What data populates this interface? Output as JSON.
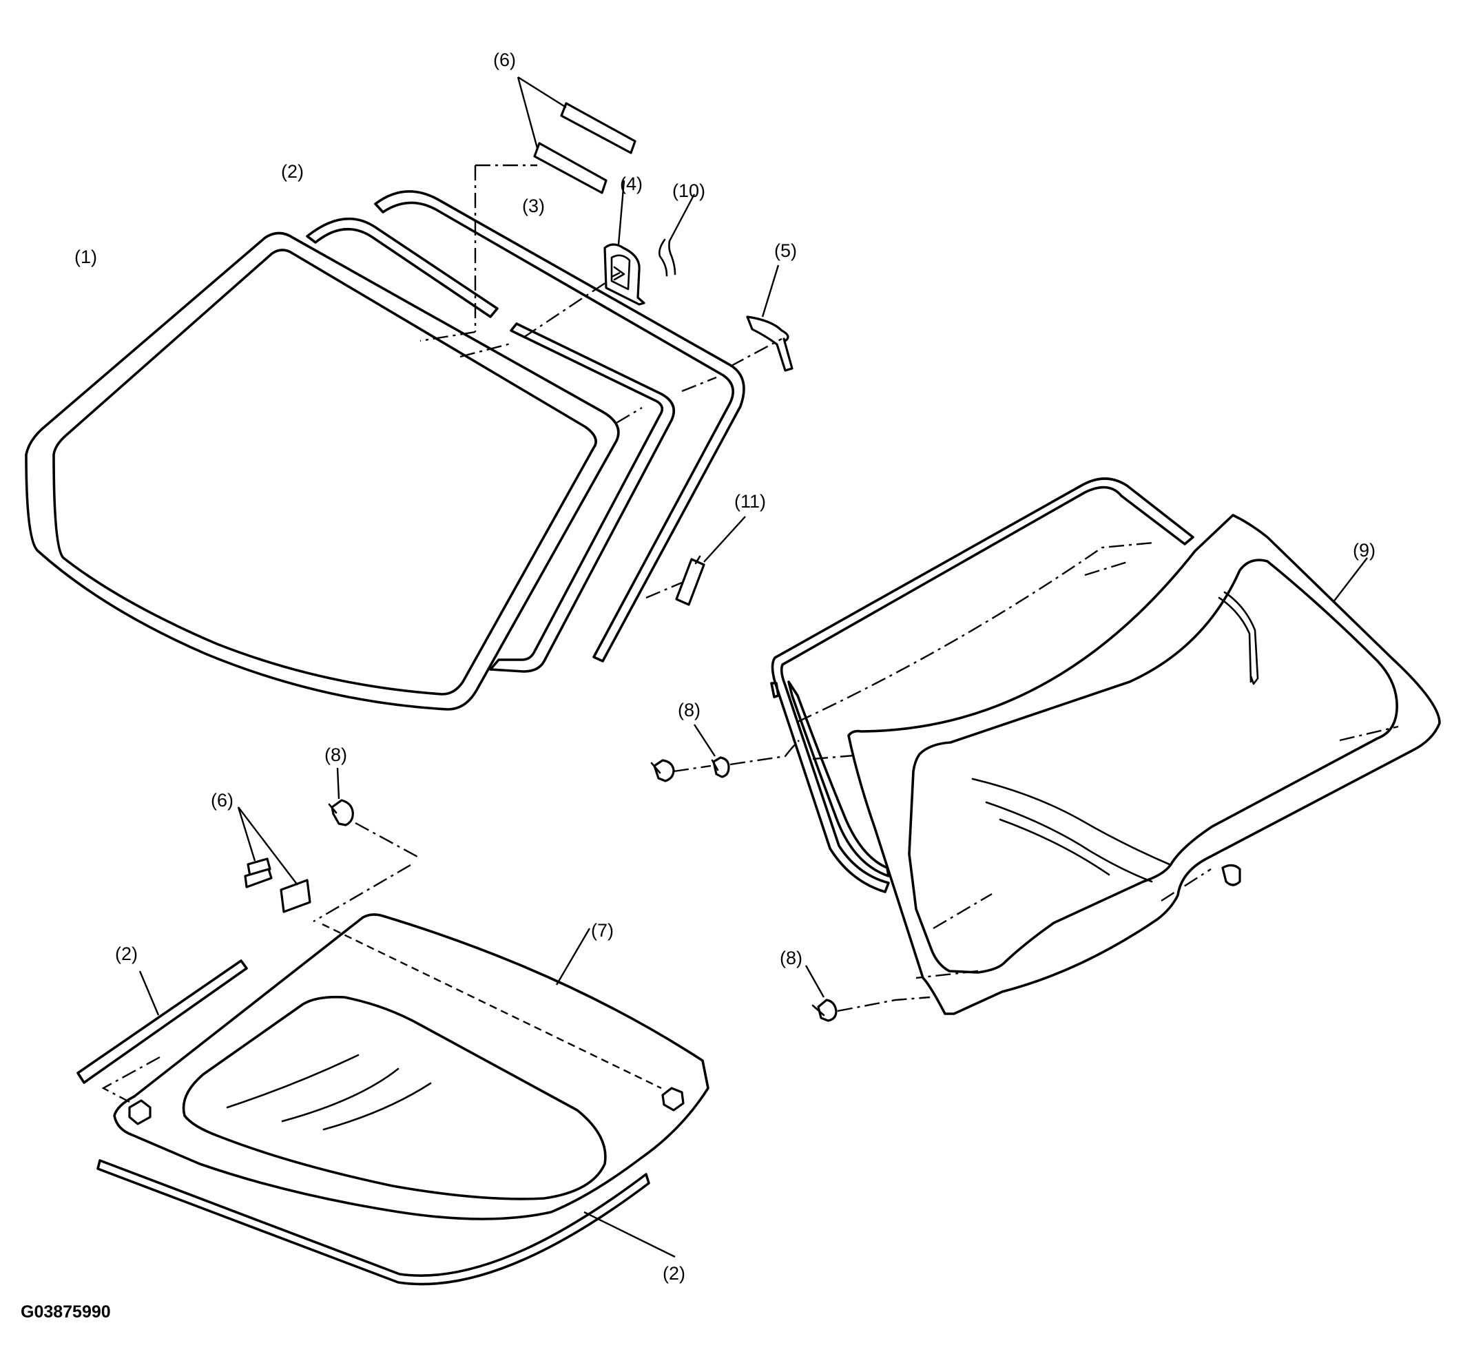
{
  "figure_id": "G03875990",
  "callouts": {
    "c1": "(1)",
    "c2a": "(2)",
    "c2b": "(2)",
    "c2c": "(2)",
    "c3": "(3)",
    "c4": "(4)",
    "c5": "(5)",
    "c6a": "(6)",
    "c6b": "(6)",
    "c7": "(7)",
    "c8a": "(8)",
    "c8b": "(8)",
    "c8c": "(8)",
    "c9": "(9)",
    "c10": "(10)",
    "c11": "(11)"
  }
}
